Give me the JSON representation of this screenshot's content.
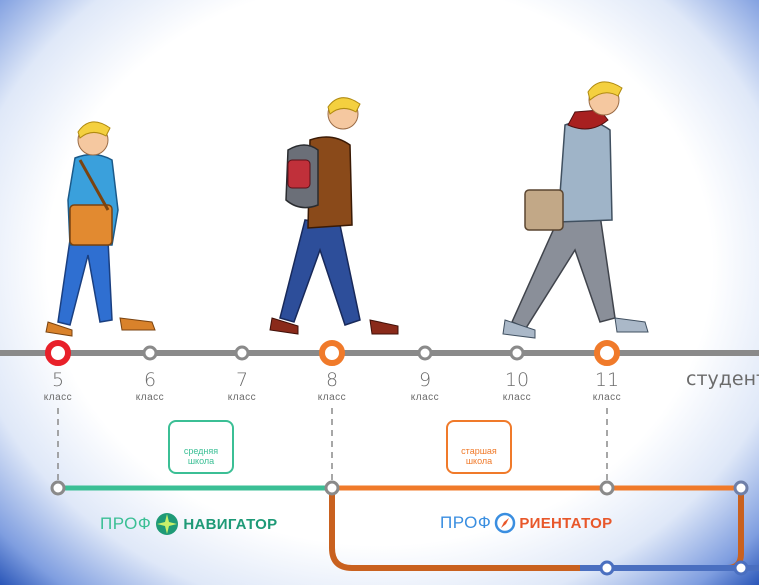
{
  "timeline": {
    "grades": [
      {
        "num": "5",
        "cls": "класс"
      },
      {
        "num": "6",
        "cls": "класс"
      },
      {
        "num": "7",
        "cls": "класс"
      },
      {
        "num": "8",
        "cls": "класс"
      },
      {
        "num": "9",
        "cls": "класс"
      },
      {
        "num": "10",
        "cls": "класс"
      },
      {
        "num": "11",
        "cls": "класс"
      }
    ],
    "end_label": "студент"
  },
  "schools": {
    "middle": {
      "line1": "средняя",
      "line2": "школа"
    },
    "senior": {
      "line1": "старшая",
      "line2": "школа"
    }
  },
  "brands": {
    "navigator": {
      "prefix": "ПРОФ",
      "suffix": "НАВИГАТОР"
    },
    "orientator": {
      "prefix": "ПРОФ",
      "suffix": "РИЕНТАТОР"
    }
  },
  "colors": {
    "timeline_gray": "#8a8a8a",
    "red_accent": "#e8202a",
    "orange_accent": "#f07a2a",
    "green_accent": "#3bbf95",
    "blue_frame": "#2a56b8"
  }
}
